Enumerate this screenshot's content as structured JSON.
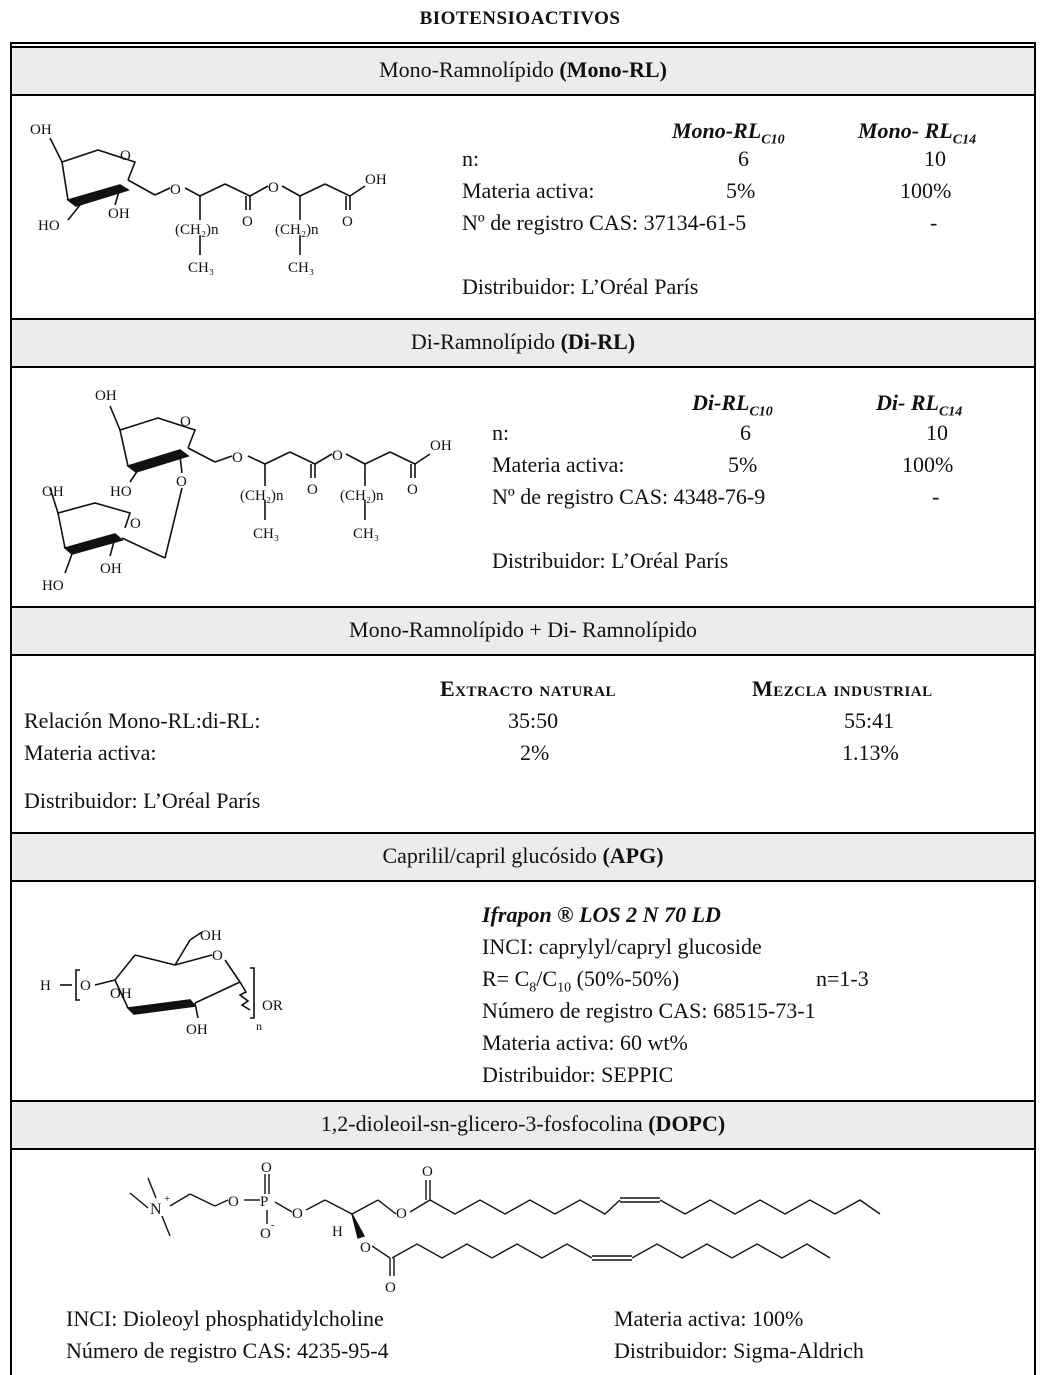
{
  "title": "BIOTENSIOACTIVOS",
  "s1": {
    "header_name": "Mono-Ramnolípido",
    "header_abbr": "(Mono-RL)",
    "col1": "Mono-RL",
    "col1_sub": "C10",
    "col2": "Mono- RL",
    "col2_sub": "C14",
    "n_label": "n:",
    "n1": "6",
    "n2": "10",
    "ma_label": "Materia activa:",
    "ma1": "5%",
    "ma2": "100%",
    "cas": "Nº de registro CAS: 37134-61-5",
    "cas2": "-",
    "dist": "Distribuidor: L’Oréal París"
  },
  "s2": {
    "header_name": "Di-Ramnolípido",
    "header_abbr": "(Di-RL)",
    "col1": "Di-RL",
    "col1_sub": "C10",
    "col2": "Di- RL",
    "col2_sub": "C14",
    "n_label": "n:",
    "n1": "6",
    "n2": "10",
    "ma_label": "Materia activa:",
    "ma1": "5%",
    "ma2": "100%",
    "cas": "Nº de registro CAS: 4348-76-9",
    "cas2": "-",
    "dist": "Distribuidor: L’Oréal París"
  },
  "s3": {
    "header": "Mono-Ramnolípido + Di- Ramnolípido",
    "col1": "Extracto natural",
    "col2": "Mezcla industrial",
    "rel_label": "Relación Mono-RL:di-RL:",
    "rel1": "35:50",
    "rel2": "55:41",
    "ma_label": "Materia activa:",
    "ma1": "2%",
    "ma2": "1.13%",
    "dist": "Distribuidor: L’Oréal París"
  },
  "s4": {
    "header_name": "Caprilil/capril glucósido",
    "header_abbr": "(APG)",
    "product": "Ifrapon ® LOS 2 N 70 LD",
    "inci": "INCI: caprylyl/capryl glucoside",
    "r_prefix": "R= C",
    "r_sub1": "8",
    "r_mid": "/C",
    "r_sub2": "10",
    "r_suffix": " (50%-50%)",
    "n_range": "n=1-3",
    "cas": "Número de registro CAS: 68515-73-1",
    "ma": "Materia activa:  60 wt%",
    "dist": "Distribuidor: SEPPIC"
  },
  "s5": {
    "header_name": "1,2-dioleoil-sn-glicero-3-fosfocolina",
    "header_abbr": "(DOPC)",
    "inci": "INCI: Dioleoyl phosphatidylcholine",
    "cas": "Número de registro CAS: 4235-95-4",
    "ma": "Materia activa: 100%",
    "dist": "Distribuidor: Sigma-Aldrich"
  },
  "structure_labels": {
    "oh": "OH",
    "ho": "HO",
    "o": "O",
    "ch2n": "(CH₂)n",
    "ch3": "CH₃",
    "h": "H",
    "h_bracket": "H",
    "n": "n",
    "or": "OR",
    "p": "P",
    "n_plus": "N",
    "plus": "+",
    "o_minus": "O",
    "minus": "-"
  }
}
